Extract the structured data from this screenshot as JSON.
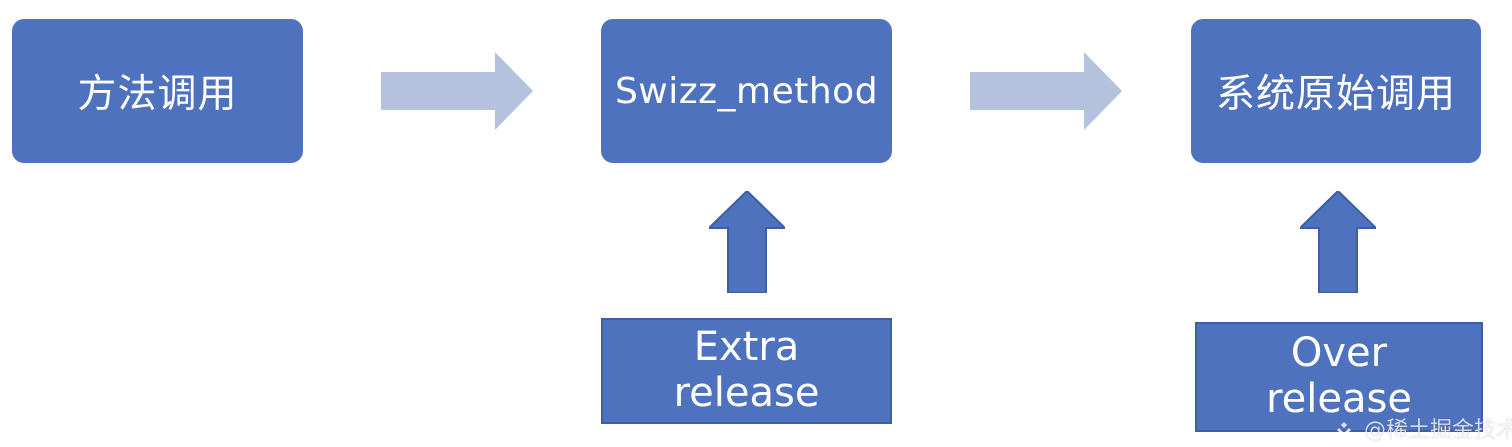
{
  "diagram": {
    "nodes": [
      {
        "id": "method_call",
        "label": "方法调用"
      },
      {
        "id": "swizz_method",
        "label": "Swizz_method"
      },
      {
        "id": "system_original_call",
        "label": "系统原始调用"
      },
      {
        "id": "extra_release",
        "label_line1": "Extra",
        "label_line2": "release"
      },
      {
        "id": "over_release",
        "label_line1": "Over",
        "label_line2": "release"
      }
    ],
    "edges": [
      {
        "from": "method_call",
        "to": "swizz_method",
        "direction": "right"
      },
      {
        "from": "swizz_method",
        "to": "system_original_call",
        "direction": "right"
      },
      {
        "from": "extra_release",
        "to": "swizz_method",
        "direction": "up"
      },
      {
        "from": "over_release",
        "to": "system_original_call",
        "direction": "up"
      }
    ],
    "colors": {
      "box_fill": "#4f72bf",
      "box_border": "#3c5f9f",
      "text": "#ffffff",
      "light_arrow": "#b4c2de",
      "dark_arrow": "#4f72bf"
    }
  },
  "watermark": {
    "text": "@稀土掘金技术社区"
  }
}
